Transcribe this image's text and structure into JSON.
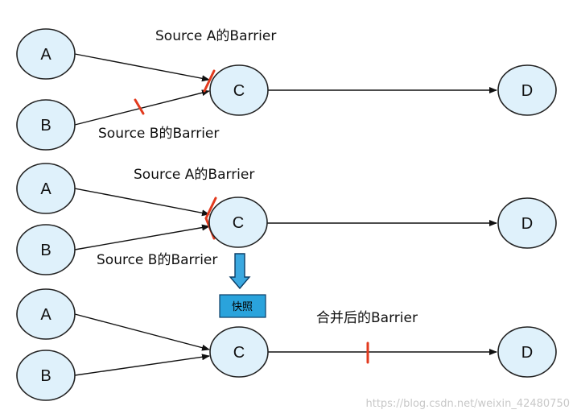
{
  "diagrams": [
    {
      "nodes": {
        "a": "A",
        "b": "B",
        "c": "C",
        "d": "D"
      },
      "labels": {
        "source_a_barrier": "Source A的Barrier",
        "source_b_barrier": "Source B的Barrier"
      }
    },
    {
      "nodes": {
        "a": "A",
        "b": "B",
        "c": "C",
        "d": "D"
      },
      "labels": {
        "source_a_barrier": "Source A的Barrier",
        "source_b_barrier": "Source B的Barrier"
      }
    },
    {
      "nodes": {
        "a": "A",
        "b": "B",
        "c": "C",
        "d": "D"
      },
      "labels": {
        "merged_barrier": "合并后的Barrier"
      }
    }
  ],
  "snapshot_label": "快照",
  "watermark": "https://blog.csdn.net/weixin_42480750",
  "colors": {
    "node_fill": "#dff1fb",
    "barrier": "#e23a1e",
    "snapshot_box": "#2aa3dc"
  }
}
